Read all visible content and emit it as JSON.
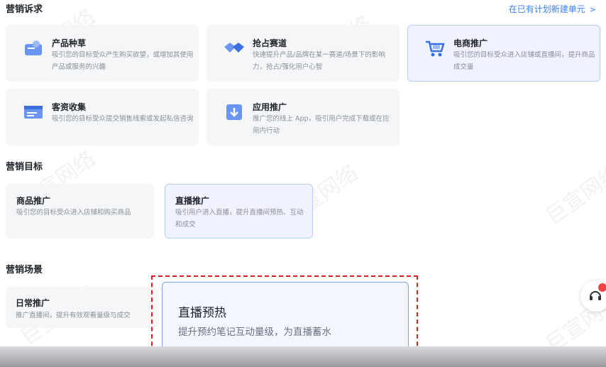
{
  "header": {
    "section1_title": "营销诉求",
    "new_unit_link": "在已有计划新建单元",
    "link_chevron": ">"
  },
  "demands": [
    {
      "title": "产品种草",
      "desc": "吸引您的目标受众产生购买欲望，或增加其使用产品或服务的兴趣",
      "icon": "product-seeding-icon"
    },
    {
      "title": "抢占赛道",
      "desc": "快速提升产品/品牌在某一赛道/场景下的影响力，抢占/强化用户心智",
      "icon": "handshake-icon"
    },
    {
      "title": "电商推广",
      "desc": "吸引您的目标受众进入店铺或直播间，提升商品成交量",
      "icon": "shopping-cart-icon",
      "selected": true
    },
    {
      "title": "客资收集",
      "desc": "吸引您的目标受众提交销售线索或发起私信咨询",
      "icon": "form-icon"
    },
    {
      "title": "应用推广",
      "desc": "推广您的线上 App，吸引用户完成下载或在应用内行动",
      "icon": "app-download-icon"
    }
  ],
  "goals_section": {
    "title": "营销目标",
    "items": [
      {
        "title": "商品推广",
        "desc": "吸引您的目标受众进入店铺和购买商品"
      },
      {
        "title": "直播推广",
        "desc": "吸引用户进入直播，提升直播间预热、互动和成交",
        "selected": true
      }
    ]
  },
  "scenes_section": {
    "title": "营销场景",
    "daily": {
      "title": "日常推广",
      "desc": "推广直播间，提升有效观看量级与成交"
    },
    "preheat": {
      "title": "直播预热",
      "desc": "提升预约笔记互动量级，为直播蓄水"
    }
  },
  "watermark_text": "巨宣网络",
  "colors": {
    "accent": "#3b82f6",
    "highlight": "#e11d1d",
    "selected_bg": "#eef3ff"
  }
}
